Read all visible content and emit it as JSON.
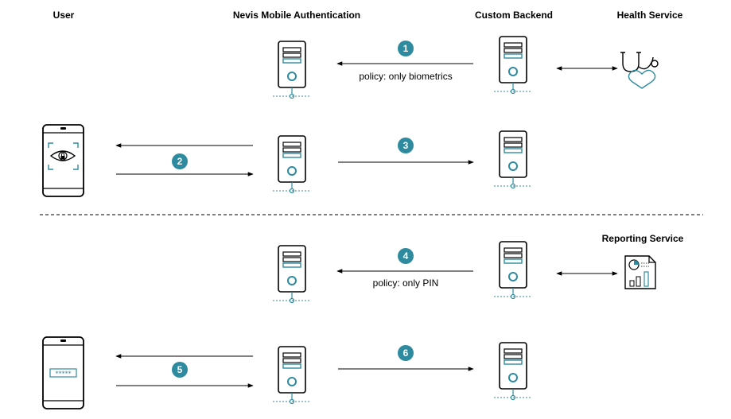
{
  "headers": {
    "user": "User",
    "nevis": "Nevis Mobile Authentication",
    "backend": "Custom Backend",
    "health": "Health Service",
    "reporting": "Reporting Service"
  },
  "labels": {
    "policy_biometrics": "policy: only biometrics",
    "policy_pin": "policy: only PIN"
  },
  "steps": [
    "1",
    "2",
    "3",
    "4",
    "5",
    "6"
  ],
  "colors": {
    "accent": "#2e8b9f",
    "stroke": "#000000"
  }
}
